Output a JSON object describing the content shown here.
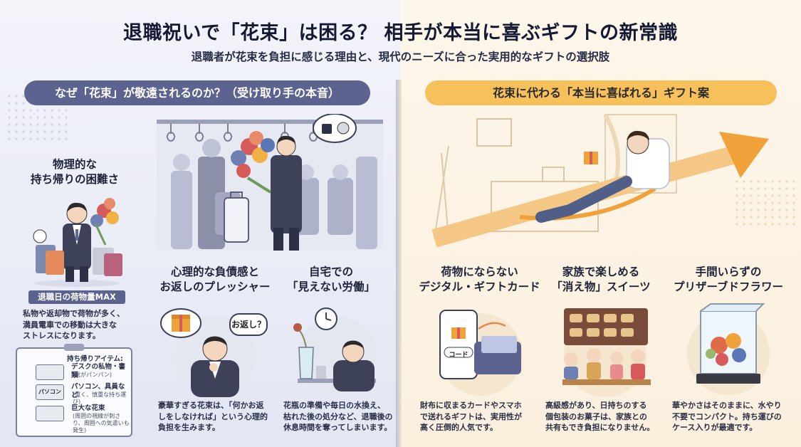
{
  "header": {
    "title": "退職祝いで「花束」は困る？ 相手が本当に喜ぶギフトの新常識",
    "subtitle": "退職者が花束を負担に感じる理由と、現代のニーズに合った実用的なギフトの選択肢"
  },
  "left": {
    "banner": "なぜ「花束」が敬遠されるのか？（受け取り手の本音）",
    "physical": {
      "heading": [
        "物理的な",
        "持ち帰りの困難さ"
      ],
      "badge": "退職日の荷物量MAX",
      "body": [
        "私物や返却物で荷物が多く、",
        "満員電車での移動は大きな",
        "ストレスになります。"
      ],
      "checklist": {
        "title": "持ち帰りアイテム:",
        "items": [
          {
            "label": "デスクの私物・書類",
            "note": "(靴がパンパン)"
          },
          {
            "label": "パソコン、具員など",
            "note": "(重く、慎重な持ち運び)",
            "icon_label": "パソコン"
          },
          {
            "label": "巨大な花束",
            "note": "(周囲の視線が刺さり、周囲への気遣いも発生)"
          }
        ]
      }
    },
    "psychological": {
      "heading": [
        "心理的な負債感と",
        "お返しのプレッシャー"
      ],
      "bubble": "お返し？",
      "body": [
        "豪華すぎる花束は、「何かお返",
        "しをしなければ」という心理的",
        "負担を生みます。"
      ]
    },
    "home": {
      "heading": [
        "自宅での",
        "「見えない労働」"
      ],
      "body": [
        "花瓶の準備や毎日の水換え、",
        "枯れた後の処分など、退職後の",
        "休息時間を奪ってしまいます。"
      ]
    }
  },
  "right": {
    "banner": "花束に代わる「本当に喜ばれる」ギフト案",
    "digital": {
      "heading": [
        "荷物にならない",
        "デジタル・ギフトカード"
      ],
      "phone_label": "コード",
      "body": [
        "財布に収まるカードやスマホ",
        "で送れるギフトは、実用性が",
        "高く圧倒的人気です。"
      ]
    },
    "sweets": {
      "heading": [
        "家族で楽しめる",
        "「消え物」スイーツ"
      ],
      "body": [
        "高級感があり、日持ちのする",
        "個包装のお菓子は、家族との",
        "共有もでき負担になりません。"
      ]
    },
    "preserved": {
      "heading": [
        "手間いらずの",
        "プリザーブドフラワー"
      ],
      "body": [
        "華やかさはそのままに、水やり",
        "不要でコンパクト。持ち運びの",
        "ケース入りが最適です。"
      ]
    }
  },
  "colors": {
    "navy": "#5d638f",
    "gold": "#f6c15a",
    "accent_orange": "#f0a23a"
  }
}
